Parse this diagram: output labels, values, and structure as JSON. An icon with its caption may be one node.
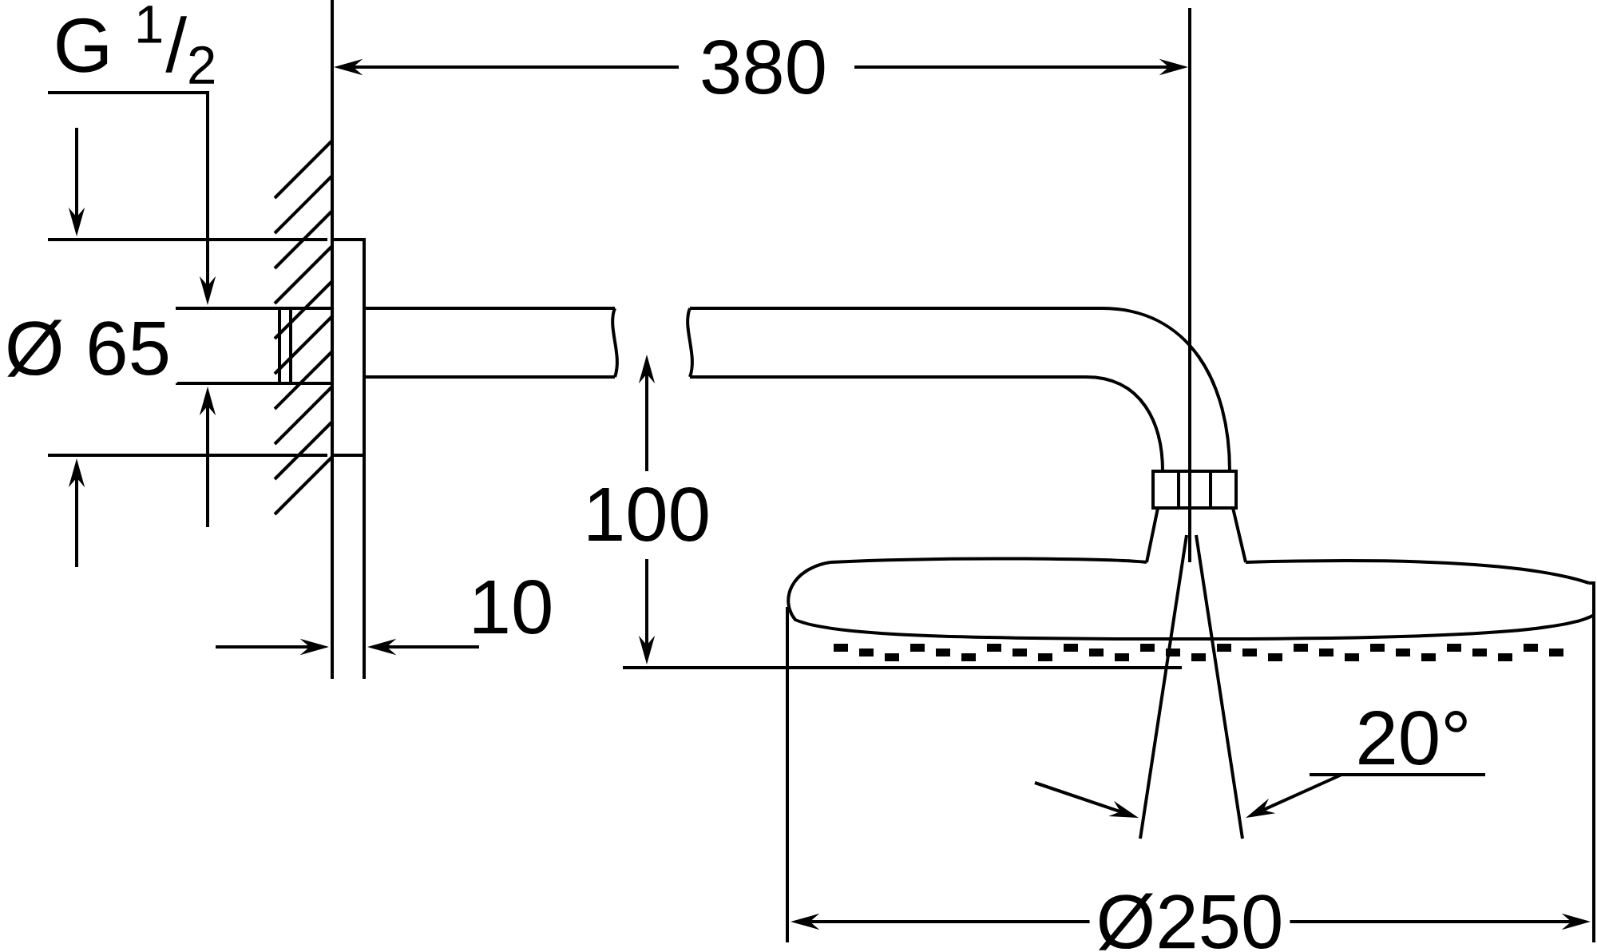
{
  "diagram": {
    "labels": [
      "G $^{1}$/$_{2}$",
      "380",
      "Ø 65",
      "100",
      "10",
      "20°",
      "Ø250"
    ]
  }
}
